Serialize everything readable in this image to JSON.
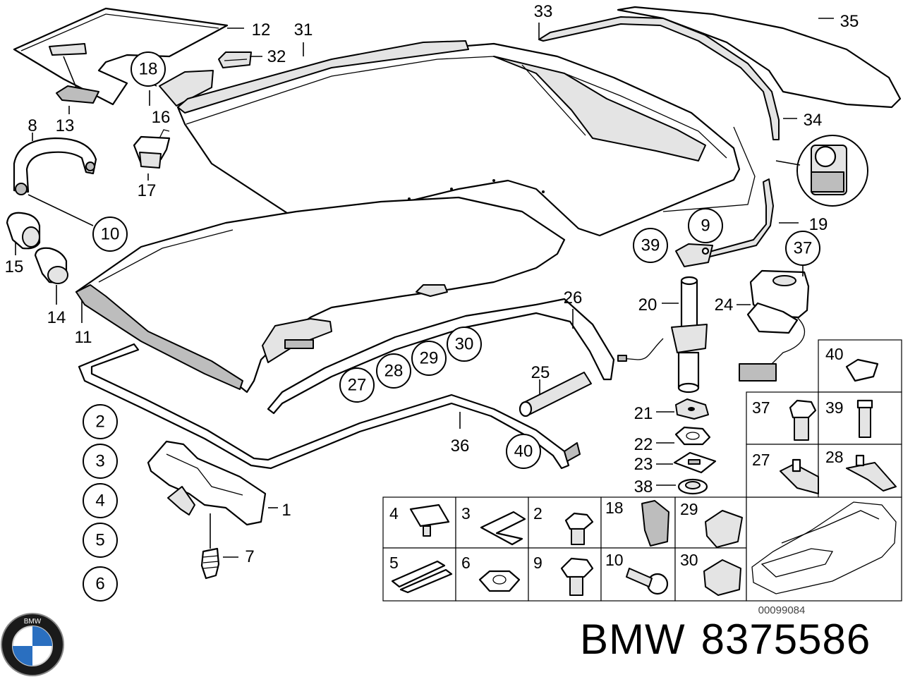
{
  "catalog_code": "00099084",
  "brand": {
    "make": "BMW",
    "part_number": "8375586",
    "logo_text": "BMW"
  },
  "callouts": {
    "c1": "1",
    "c7": "7",
    "c8": "8",
    "c11": "11",
    "c12": "12",
    "c13": "13",
    "c14": "14",
    "c15": "15",
    "c16": "16",
    "c17": "17",
    "c19": "19",
    "c20": "20",
    "c21": "21",
    "c22": "22",
    "c23": "23",
    "c24": "24",
    "c25": "25",
    "c26": "26",
    "c31": "31",
    "c32": "32",
    "c33": "33",
    "c34": "34",
    "c35": "35",
    "c36": "36",
    "c38": "38"
  },
  "circled": {
    "c18": "18",
    "c10": "10",
    "c9": "9",
    "c39": "39",
    "c37": "37",
    "c27": "27",
    "c28": "28",
    "c29": "29",
    "c30": "30",
    "c40": "40",
    "c2": "2",
    "c3": "3",
    "c4": "4",
    "c5": "5",
    "c6": "6"
  },
  "table": {
    "r1": [
      "4",
      "3",
      "2",
      "18",
      "29"
    ],
    "r2": [
      "5",
      "6",
      "9",
      "10",
      "30"
    ],
    "right": [
      "40",
      "37",
      "39",
      "27",
      "28"
    ]
  }
}
